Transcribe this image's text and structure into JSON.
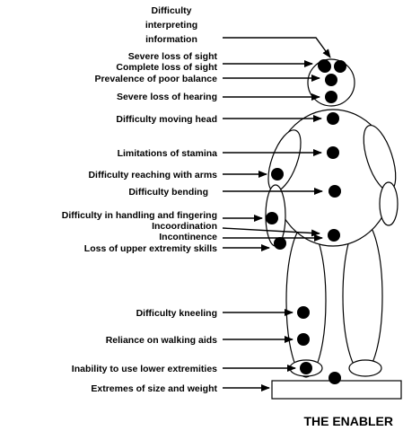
{
  "labels": [
    "Difficulty",
    "interpreting",
    "information",
    "Severe loss of sight",
    "Complete loss of sight",
    "Prevalence of poor balance",
    "Severe loss of hearing",
    "Difficulty moving head",
    "Limitations of stamina",
    "Difficulty reaching with arms",
    "Difficulty bending",
    "Difficulty in handling and fingering",
    "Incoordination",
    "Incontinence",
    "Loss of upper extremity skills",
    "Difficulty kneeling",
    "Reliance on walking aids",
    "Inability to use lower extremities",
    "Extremes of size and weight"
  ],
  "caption": "THE ENABLER"
}
